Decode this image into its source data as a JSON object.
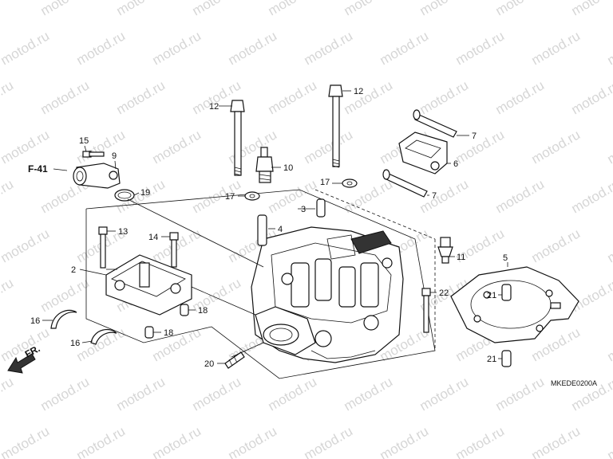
{
  "watermark": {
    "text": "motod.ru"
  },
  "diagram": {
    "code": "MKEDE0200A",
    "direction_label": "FR.",
    "reference_label": "F-41"
  },
  "callouts": [
    {
      "id": "c1",
      "label": "2"
    },
    {
      "id": "c2",
      "label": "3"
    },
    {
      "id": "c3",
      "label": "4"
    },
    {
      "id": "c4",
      "label": "5"
    },
    {
      "id": "c5",
      "label": "6"
    },
    {
      "id": "c6",
      "label": "7"
    },
    {
      "id": "c7",
      "label": "7"
    },
    {
      "id": "c8",
      "label": "9"
    },
    {
      "id": "c9",
      "label": "10"
    },
    {
      "id": "c10",
      "label": "11"
    },
    {
      "id": "c11",
      "label": "12"
    },
    {
      "id": "c12",
      "label": "12"
    },
    {
      "id": "c13",
      "label": "13"
    },
    {
      "id": "c14",
      "label": "14"
    },
    {
      "id": "c15",
      "label": "15"
    },
    {
      "id": "c16",
      "label": "16"
    },
    {
      "id": "c17",
      "label": "16"
    },
    {
      "id": "c18",
      "label": "17"
    },
    {
      "id": "c19",
      "label": "17"
    },
    {
      "id": "c20",
      "label": "18"
    },
    {
      "id": "c21",
      "label": "18"
    },
    {
      "id": "c22",
      "label": "19"
    },
    {
      "id": "c23",
      "label": "20"
    },
    {
      "id": "c24",
      "label": "21"
    },
    {
      "id": "c25",
      "label": "21"
    },
    {
      "id": "c26",
      "label": "22"
    }
  ]
}
